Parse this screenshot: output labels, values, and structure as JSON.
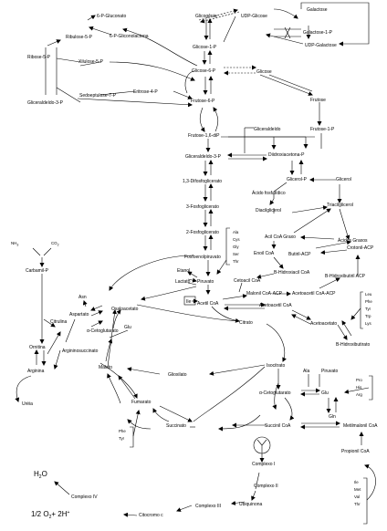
{
  "nodes": {
    "glicogenio": "Glicogênio",
    "udp_glicose": "UDP-Glicose",
    "galactose": "Galactose",
    "galactose_1p": "Galactose-1-P",
    "udp_galactose": "UDP-Galactose",
    "glicose_1p": "Glicose-1-P",
    "glicose_6p": "Glicose-6-P",
    "glicose": "Glicose",
    "gluconato_6p": "6-P-Gluconato",
    "ribulose_5p": "Ribulose-5-P",
    "gliconolactona_6p": "6-P-Gliconolactona",
    "ribose_5p": "Ribose-5-P",
    "xilulose_5p": "Xilulose-5-P",
    "eritrose_4p": "Eritrose-4-P",
    "sedoeptulose_7p": "Sedoeptulose-7-P",
    "gliceraldeido_3p_left": "Gliceraldeído-3-P",
    "frutose_6p": "Frutose-6-P",
    "frutose": "Frutose",
    "frutose_1p": "Frutose-1-P",
    "frutose_16dip": "Frutose-1,6-diP",
    "gliceraldeido": "Gliceraldeído",
    "gliceraldeido_3p": "Gliceraldeído-3-P",
    "diidroxiacetona_p": "Diidroxiacetona-P",
    "glicerol_p": "Glicerol-P",
    "glicerol": "Glicerol",
    "acido_fosfatidico": "Ácido fosfatídico",
    "diacilglicerol": "Diacilglicerol",
    "triacilglicerol": "Triacilglicerol",
    "difosfoglicerato_13": "1,3-Difosfoglicerato",
    "fosfoglicerato_3": "3-Fosfoglicerato",
    "fosfoglicerato_2": "2-Fosfoglicerato",
    "fosfoenolpiruvato": "Fosfoenolpiruvato",
    "aa_piruvato": [
      "Ala",
      "Cys",
      "Gly",
      "Ser",
      "Thr"
    ],
    "acil_coa_graxo": "Acil CoA Graxo",
    "acidos_graxos": "Ácidos Graxos",
    "butiril_acp": "Butiril-ACP",
    "crotonil_acp": "Crotonil-ACP",
    "enoil_coa": "Enoil CoA",
    "b_hidroxiacil_coa": "B-Hidroxiacil CoA",
    "b_hidroxibutiril_acp": "B-Hidroxibutiril ACP",
    "etanol": "Etanol",
    "lactato": "Lactato",
    "piruvato": "Piruvato",
    "cetoacil_coa": "Cetoacil CoA",
    "ile": "Ile",
    "acetil_coa": "Acetil CoA",
    "malonil_coa_acp": "Malonil CoA-ACP",
    "acetoacetil_coa_acp": "Acetoacetil CoA-ACP",
    "acetoacetil_coa": "Acetoacetil CoA",
    "acetoacetato": "Acetoacetato",
    "b_hidroxibutirato": "B-Hidroxibutirato",
    "aa_acetoacetil": [
      "Leu",
      "Phe",
      "Tyr",
      "Trp",
      "Lys"
    ],
    "nh3": "NH",
    "nh3_sub": "3",
    "co2": "CO",
    "co2_sub": "2",
    "carbamil_p": "Carbamil-P",
    "citrulina": "Citrulina",
    "ornitina": "Ornitina",
    "arginina": "Arginina",
    "ureia": "Uréia",
    "asn": "Asn",
    "aspartato": "Aspartato",
    "argininosuccinato": "Argininosuccinato",
    "cetoglutarato_left": "α-Cetoglutarato",
    "glu_left": "Glu",
    "oxaloacetato": "Oxaloacetato",
    "malato": "Malato",
    "fumarato": "Fumarato",
    "citrato": "Citrato",
    "glioxilato": "Glioxilato",
    "isocitrato": "Isocitrato",
    "cetoglutarato": "α-Cetoglutarato",
    "ala": "Ala",
    "piruvato_right": "Piruvato",
    "glu": "Glu",
    "gln": "Gln",
    "aa_glutamato": [
      "Pro",
      "His",
      "Arg"
    ],
    "aa_fumarato": [
      "Phe",
      "Tyr"
    ],
    "succinato": "Succinato",
    "succinil_coa": "Succinil CoA",
    "metilmalonil_coa": "Metilmalonil CoA",
    "propionil_coa": "Propionil CoA",
    "aa_propionil": [
      "Ile",
      "Met",
      "Val",
      "Thr"
    ],
    "complexo_i": "Complexo I",
    "complexo_ii": "Complexo II",
    "ubiquinona": "Ubiquinona",
    "complexo_iii": "Complexo III",
    "citocromo_c": "Citocromo c",
    "complexo_iv": "Complexo IV",
    "h2o_h": "H",
    "h2o_sub": "2",
    "h2o_o": "O",
    "oxygen_coef": "1/2 O",
    "oxygen_sub": "2",
    "oxygen_plus": "+ 2H",
    "oxygen_sup": "+"
  }
}
